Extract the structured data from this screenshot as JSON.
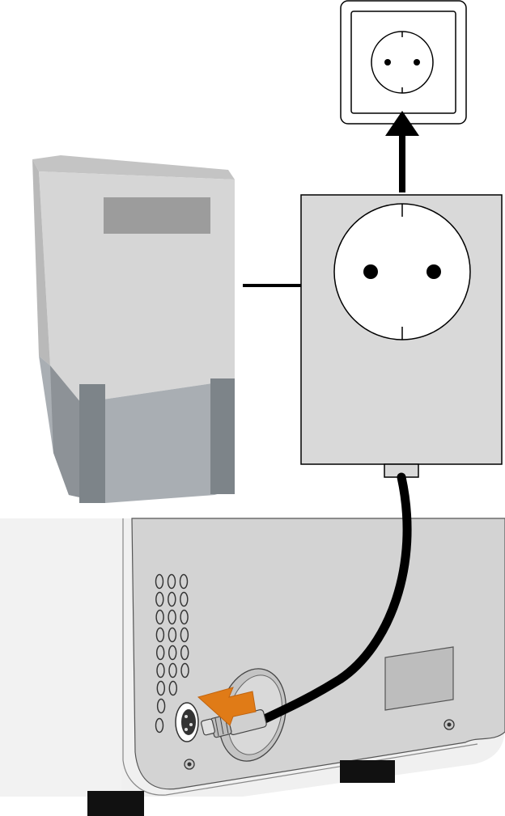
{
  "illustration": {
    "components": [
      {
        "id": "wall-socket",
        "icon": "wall-socket-icon"
      },
      {
        "id": "power-adapter",
        "icon": "plug-in-power-supply-icon"
      },
      {
        "id": "external-unit",
        "icon": "device-unit-icon"
      },
      {
        "id": "main-device-back-panel",
        "icon": "device-back-panel-icon"
      }
    ],
    "arrows": [
      {
        "id": "plug-into-wall",
        "direction": "up",
        "color": "#000000"
      },
      {
        "id": "connect-cable",
        "direction": "left",
        "color": "#e07b17"
      }
    ],
    "colors": {
      "outline": "#000000",
      "adapter_fill": "#d9d9d9",
      "unit_light": "#d6d6d6",
      "unit_dark": "#9a9fa4",
      "panel_fill": "#d3d3d3",
      "housing_fill": "#f2f2f2",
      "accent_arrow": "#e07b17"
    }
  }
}
